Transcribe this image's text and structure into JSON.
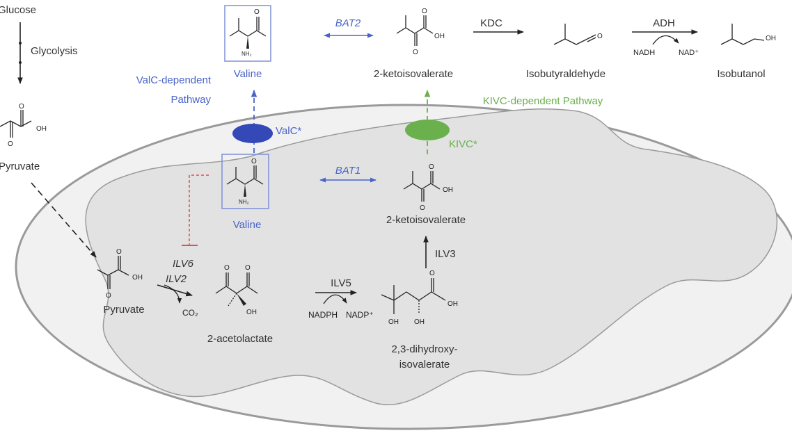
{
  "colors": {
    "valc_pathway": "#4a63c8",
    "kivc_pathway": "#6ab04c",
    "inhibition": "#e05050",
    "cell_fill": "#f1f1f1",
    "mitochondrion_fill": "#e2e2e2"
  },
  "outside": {
    "glucose": "Glucose",
    "glycolysis": "Glycolysis",
    "pyruvate": "Pyruvate",
    "valine": "Valine",
    "valc_pathway_line1": "ValC-dependent",
    "valc_pathway_line2": "Pathway",
    "bat2": "BAT2",
    "ketoisovalerate": "2-ketoisovalerate",
    "kdc": "KDC",
    "isobutyraldehyde": "Isobutyraldehyde",
    "adh": "ADH",
    "nadh": "NADH",
    "nad": "NAD⁺",
    "isobutanol": "Isobutanol",
    "kivc_pathway": "KIVC-dependent Pathway"
  },
  "transporters": {
    "valc": "ValC*",
    "kivc": "KIVC*"
  },
  "inside": {
    "valine": "Valine",
    "bat1": "BAT1",
    "ketoisovalerate": "2-ketoisovalerate",
    "ilv3": "ILV3",
    "pyruvate": "Pyruvate",
    "ilv6": "ILV6",
    "ilv2": "ILV2",
    "co2": "CO₂",
    "acetolactate": "2-acetolactate",
    "ilv5": "ILV5",
    "nadph": "NADPH",
    "nadp": "NADP⁺",
    "dihydroxy_line1": "2,3-dihydroxy-",
    "dihydroxy_line2": "isovalerate"
  },
  "atoms": {
    "o": "O",
    "oh": "OH",
    "nh2": "NH₂"
  }
}
